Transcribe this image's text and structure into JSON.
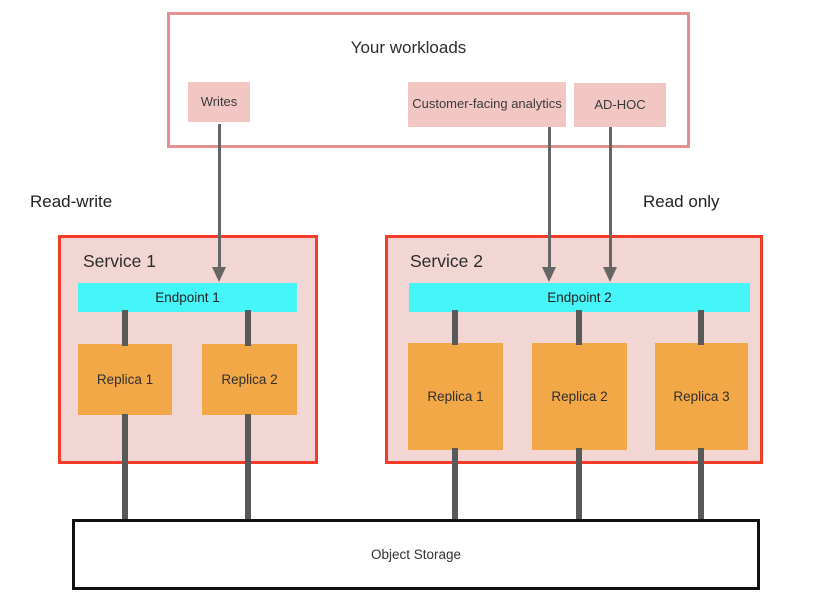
{
  "workloads": {
    "title": "Your workloads",
    "items": [
      {
        "label": "Writes"
      },
      {
        "label": "Customer-facing analytics"
      },
      {
        "label": "AD-HOC"
      }
    ]
  },
  "section_labels": {
    "left": "Read-write",
    "right": "Read only"
  },
  "services": [
    {
      "title": "Service 1",
      "endpoint": "Endpoint 1",
      "replicas": [
        "Replica 1",
        "Replica 2"
      ]
    },
    {
      "title": "Service 2",
      "endpoint": "Endpoint 2",
      "replicas": [
        "Replica 1",
        "Replica 2",
        "Replica 3"
      ]
    }
  ],
  "storage": {
    "label": "Object Storage"
  },
  "connections": [
    {
      "from": "Writes",
      "to": "Endpoint 1",
      "type": "arrow"
    },
    {
      "from": "Customer-facing analytics",
      "to": "Endpoint 2",
      "type": "arrow"
    },
    {
      "from": "AD-HOC",
      "to": "Endpoint 2",
      "type": "arrow"
    },
    {
      "from": "Endpoint 1",
      "to": "Service 1 / Replica 1",
      "type": "link"
    },
    {
      "from": "Endpoint 1",
      "to": "Service 1 / Replica 2",
      "type": "link"
    },
    {
      "from": "Endpoint 2",
      "to": "Service 2 / Replica 1",
      "type": "link"
    },
    {
      "from": "Endpoint 2",
      "to": "Service 2 / Replica 2",
      "type": "link"
    },
    {
      "from": "Endpoint 2",
      "to": "Service 2 / Replica 3",
      "type": "link"
    },
    {
      "from": "Service 1 / Replica 1",
      "to": "Object Storage",
      "type": "link"
    },
    {
      "from": "Service 1 / Replica 2",
      "to": "Object Storage",
      "type": "link"
    },
    {
      "from": "Service 2 / Replica 1",
      "to": "Object Storage",
      "type": "link"
    },
    {
      "from": "Service 2 / Replica 2",
      "to": "Object Storage",
      "type": "link"
    },
    {
      "from": "Service 2 / Replica 3",
      "to": "Object Storage",
      "type": "link"
    }
  ],
  "colors": {
    "canvas-bg": "#ffffff",
    "workloads-border": "#e2918d",
    "chip-bg": "#f2c7c3",
    "service-border": "#f43b27",
    "service-bg": "#f2d6d4",
    "endpoint-bg": "#45f5f8",
    "replica-bg": "#f3a847",
    "connector": "#595959",
    "arrow": "#666666",
    "storage-border": "#111111",
    "text": "#333333"
  }
}
